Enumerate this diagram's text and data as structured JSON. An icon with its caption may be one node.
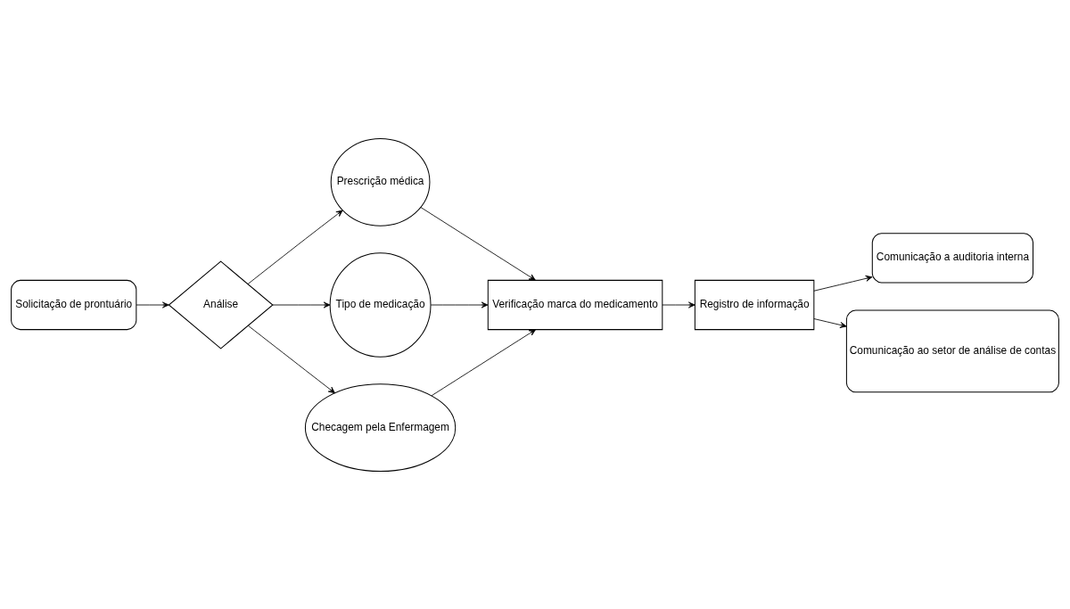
{
  "diagram": {
    "nodes": [
      {
        "text": [
          "Solicitação de prontuário"
        ]
      },
      {
        "text": [
          "Análise"
        ]
      },
      {
        "text": [
          "Prescrição médica"
        ]
      },
      {
        "text": [
          "Tipo de medicação"
        ]
      },
      {
        "text": [
          "Checagem pela Enfermagem"
        ]
      },
      {
        "text": [
          "Verificação marca do medicamento"
        ]
      },
      {
        "text": [
          "Registro de informação"
        ]
      },
      {
        "text": [
          "Comunicação a auditoria interna"
        ]
      },
      {
        "text": [
          "Comunicação ao setor de análise de contas"
        ]
      }
    ],
    "edges": [
      {
        "from": 0,
        "to": 1,
        "arrow": "to"
      },
      {
        "from": 1,
        "to": 2,
        "arrow": "to"
      },
      {
        "from": 1,
        "to": 3,
        "arrow": "to"
      },
      {
        "from": 1,
        "to": 4,
        "arrow": "to"
      },
      {
        "from": 2,
        "to": 5,
        "arrow": "to"
      },
      {
        "from": 3,
        "to": 5,
        "arrow": "to"
      },
      {
        "from": 4,
        "to": 5,
        "arrow": "to"
      },
      {
        "from": 5,
        "to": 6,
        "arrow": "to"
      },
      {
        "from": 6,
        "to": 7,
        "arrow": "to"
      },
      {
        "from": 6,
        "to": 8,
        "arrow": "to"
      }
    ]
  }
}
